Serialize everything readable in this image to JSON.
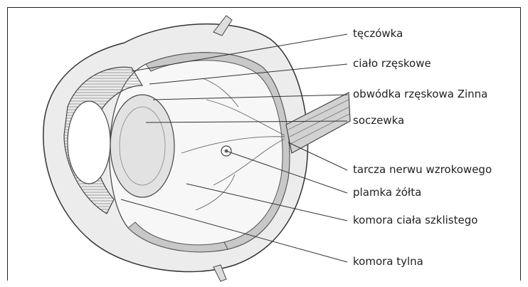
{
  "labels": [
    "tęczówka",
    "ciało rzęskowe",
    "obwódka rzęskowa Zinna",
    "soczewka",
    "tarcza nerwu wzrokowego",
    "plamka żółta",
    "komora ciała szklistego",
    "komora tylna"
  ],
  "colors": {
    "line": "#333333",
    "sclera": "#e8e8e8",
    "choroid": "#bdbdbd",
    "lens": "#dcdcdc",
    "background": "#ffffff"
  }
}
